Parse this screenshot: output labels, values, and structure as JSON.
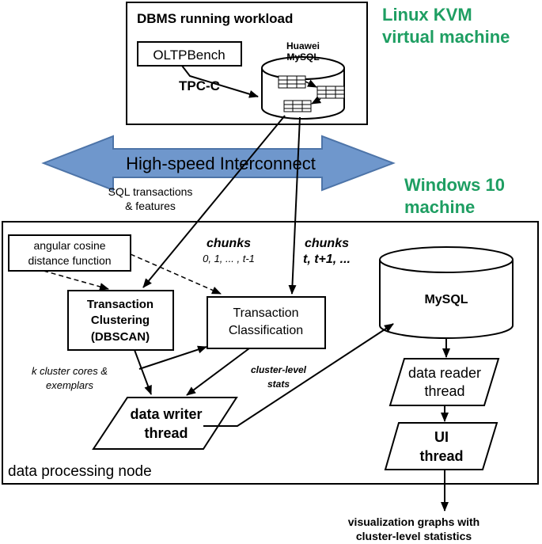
{
  "vm": {
    "title": "DBMS running workload",
    "side_label_line1": "Linux KVM",
    "side_label_line2": "virtual machine",
    "oltpbench": "OLTPBench",
    "tpcc": "TPC-C",
    "db_line1": "Huawei",
    "db_line2": "MySQL"
  },
  "interconnect": {
    "label": "High-speed Interconnect",
    "sql_line1": "SQL transactions",
    "sql_line2": "& features"
  },
  "windows": {
    "side_label_line1": "Windows 10",
    "side_label_line2": "machine"
  },
  "node": {
    "footer": "data processing node",
    "angular_line1": "angular cosine",
    "angular_line2": "distance function",
    "chunks_left_title": "chunks",
    "chunks_left_range": "0, 1, ... , t-1",
    "chunks_right_title": "chunks",
    "chunks_right_range": "t, t+1, ...",
    "clustering_line1": "Transaction",
    "clustering_line2": "Clustering",
    "clustering_line3": "(DBSCAN)",
    "classification_line1": "Transaction",
    "classification_line2": "Classification",
    "cores_line1": "k cluster cores &",
    "cores_line2": "exemplars",
    "stats_line1": "cluster-level",
    "stats_line2": "stats",
    "writer_line1": "data writer",
    "writer_line2": "thread",
    "mysql": "MySQL",
    "reader_line1": "data reader",
    "reader_line2": "thread",
    "ui_line1": "UI",
    "ui_line2": "thread"
  },
  "output": {
    "line1": "visualization graphs with",
    "line2": "cluster-level statistics"
  },
  "colors": {
    "interconnect_fill": "#6f97cc",
    "interconnect_stroke": "#4d74a8",
    "side_label": "#1e9e62"
  }
}
